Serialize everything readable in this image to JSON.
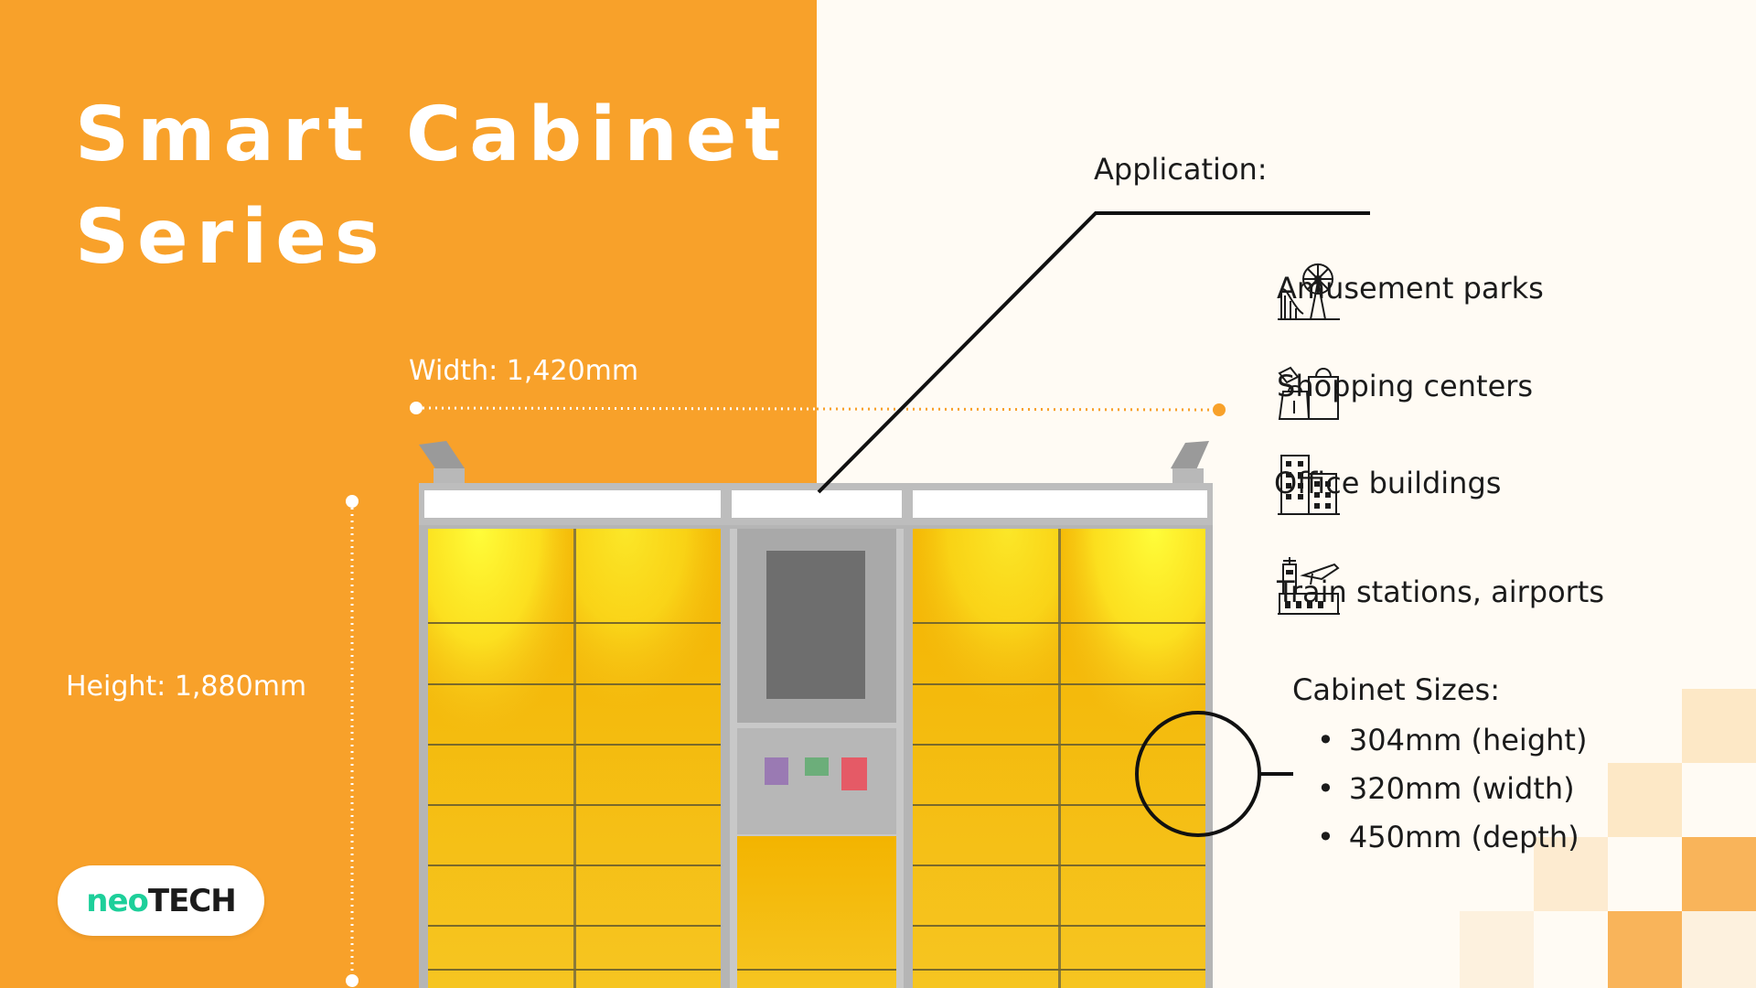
{
  "title": {
    "line1": "Smart Cabinet",
    "line2": "Series"
  },
  "dimensions": {
    "width_label": "Width: 1,420mm",
    "height_label": "Height: 1,880mm"
  },
  "logo": {
    "part1": "neo",
    "part2": "TECH"
  },
  "application": {
    "label": "Application:",
    "items": [
      {
        "icon": "ferris-wheel-icon",
        "label": "Amusement parks"
      },
      {
        "icon": "shopping-bags-icon",
        "label": "Shopping centers"
      },
      {
        "icon": "office-building-icon",
        "label": "Office buildings"
      },
      {
        "icon": "airport-icon",
        "label": "Train stations, airports"
      }
    ]
  },
  "cabinet_sizes": {
    "title": "Cabinet Sizes:",
    "items": [
      "304mm (height)",
      "320mm (width)",
      "450mm (depth)"
    ]
  },
  "colors": {
    "orange": "#f8a12a",
    "locker_yellow": "#f7c20a",
    "frame_gray": "#b5b5b5",
    "logo_green": "#1dcf9a"
  }
}
